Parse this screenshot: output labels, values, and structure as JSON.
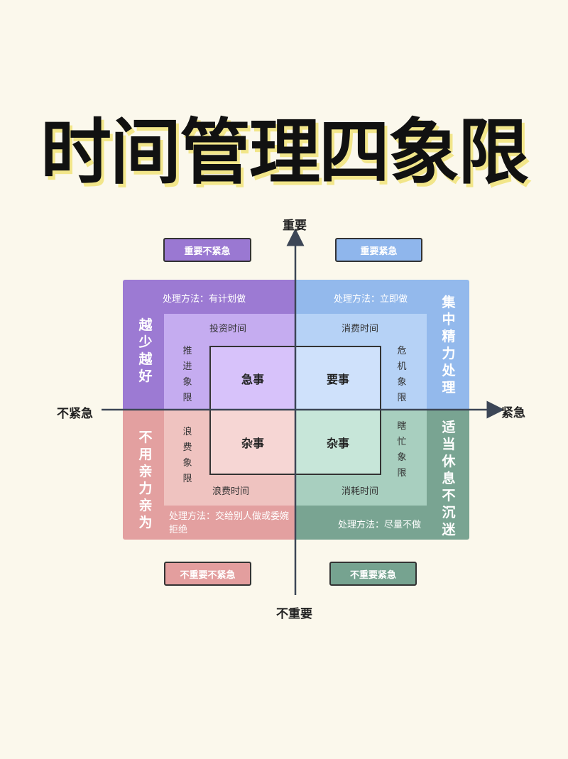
{
  "title": "时间管理四象限",
  "axes": {
    "top": "重要",
    "bottom": "不重要",
    "left": "不紧急",
    "right": "紧急"
  },
  "tags": {
    "top_left": "重要不紧急",
    "top_right": "重要紧急",
    "bottom_left": "不重要不紧急",
    "bottom_right": "不重要紧急"
  },
  "quadrants": {
    "top_left": {
      "method": "处理方法：有计划做",
      "side_text": "越少越好",
      "inner_label": "投资时间",
      "inner_side": "推进象限",
      "core": "急事",
      "color": "#9b79d3"
    },
    "top_right": {
      "method": "处理方法：立即做",
      "side_text": "集中精力处理",
      "inner_label": "消费时间",
      "inner_side": "危机象限",
      "core": "要事",
      "color": "#8eb6ec"
    },
    "bottom_left": {
      "method": "处理方法：交给别人做或委婉拒绝",
      "side_text": "不用亲力亲为",
      "inner_label": "浪费时间",
      "inner_side": "浪费象限",
      "core": "杂事",
      "color": "#e39e9e"
    },
    "bottom_right": {
      "method": "处理方法：尽量不做",
      "side_text": "适当休息不沉迷",
      "inner_label": "消耗时间",
      "inner_side": "瞎忙象限",
      "core": "杂事",
      "color": "#76a390"
    }
  }
}
